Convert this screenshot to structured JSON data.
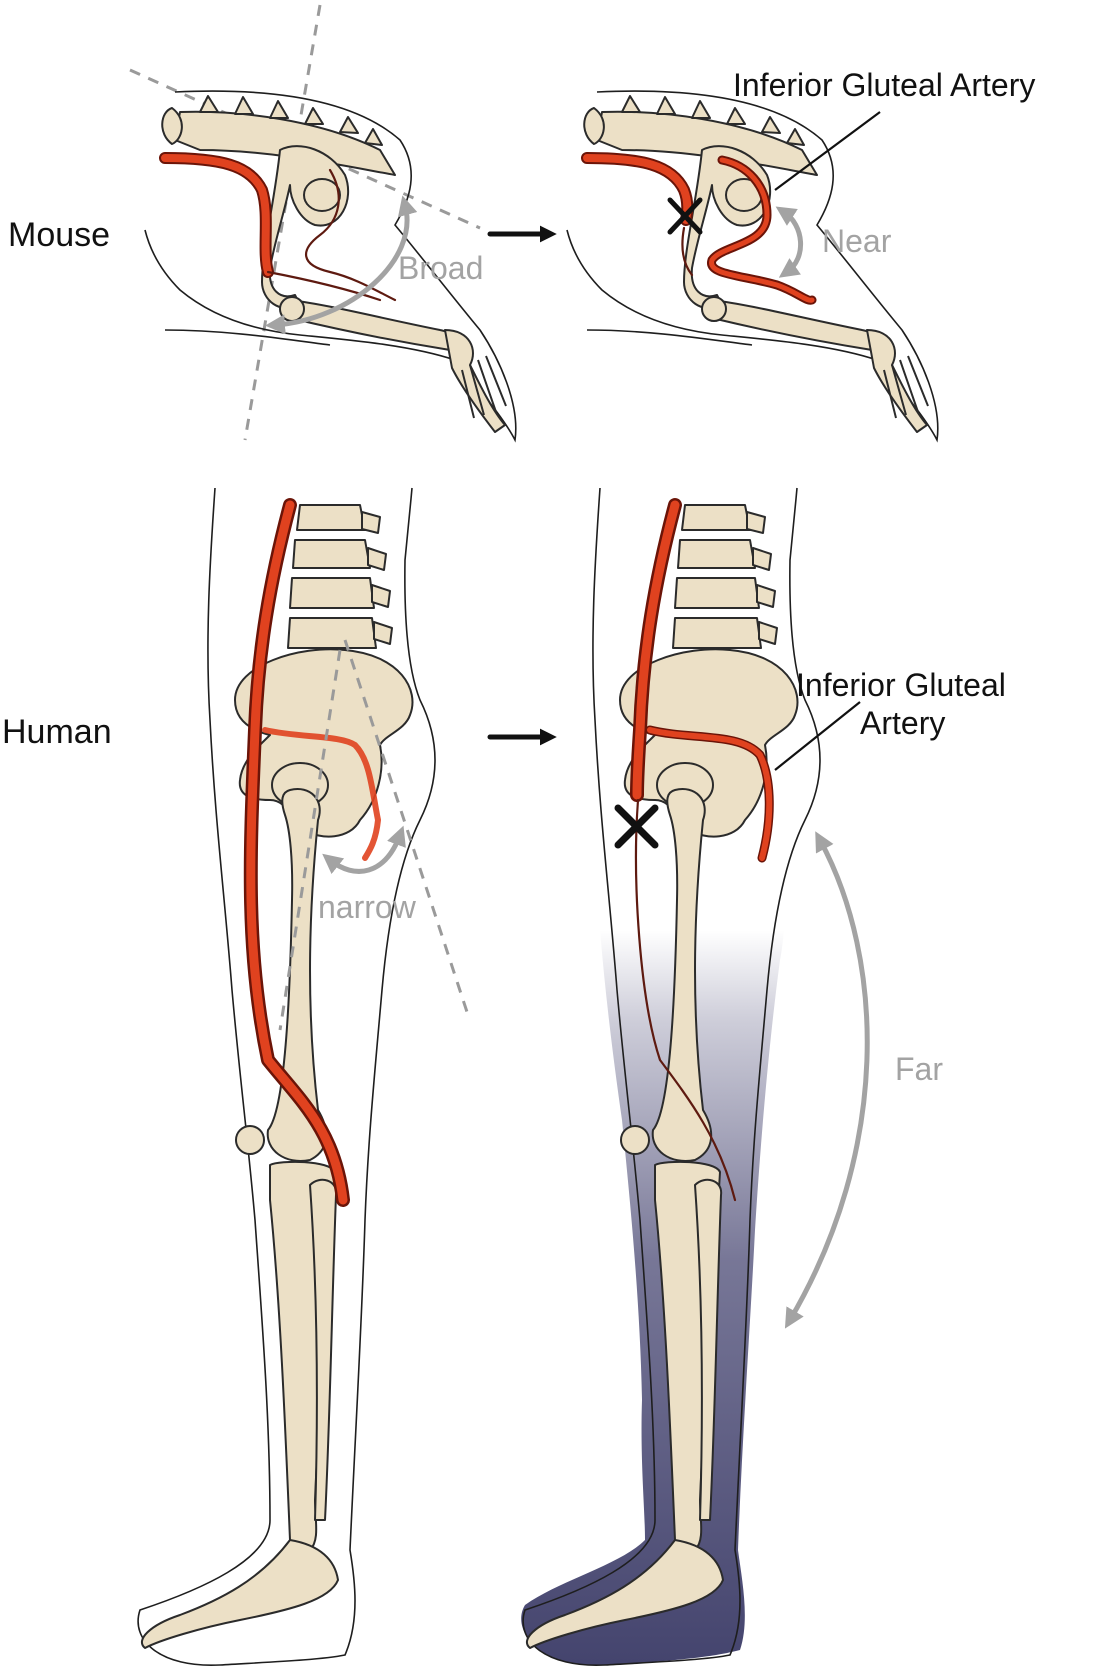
{
  "rows": {
    "mouse_label": "Mouse",
    "human_label": "Human"
  },
  "annotations": {
    "mouse_broad": "Broad",
    "mouse_near": "Near",
    "human_narrow": "narrow",
    "human_far": "Far",
    "mouse_artery_label": "Inferior Gluteal Artery",
    "human_artery_line1": "Inferior Gluteal",
    "human_artery_line2": "Artery"
  },
  "colors": {
    "artery": "#e0421f",
    "bone": "#ece0c6",
    "annotation_grey": "#a3a3a3",
    "ischemia_shade": "#3d3c6a"
  }
}
